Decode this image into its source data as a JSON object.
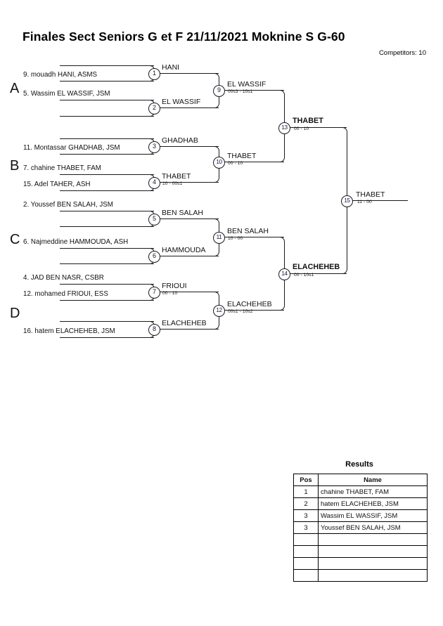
{
  "header": {
    "title": "Finales Sect Seniors G et F  21/11/2021  Moknine   S G-60",
    "competitors": "Competitors: 10"
  },
  "pools": [
    {
      "label": "A"
    },
    {
      "label": "B"
    },
    {
      "label": "C"
    },
    {
      "label": "D"
    }
  ],
  "entrants": [
    {
      "slot": 1,
      "text": "9. mouadh HANI, ASMS"
    },
    {
      "slot": 2,
      "text": "5. Wassim EL WASSIF, JSM"
    },
    {
      "slot": 3,
      "text": "11. Montassar GHADHAB, JSM"
    },
    {
      "slot": 4,
      "text": "7. chahine THABET, FAM"
    },
    {
      "slot": 5,
      "text": "15. Adel TAHER, ASH"
    },
    {
      "slot": 6,
      "text": "2. Youssef BEN SALAH, JSM"
    },
    {
      "slot": 7,
      "text": "6. Najmeddine HAMMOUDA, ASH"
    },
    {
      "slot": 8,
      "text": "4. JAD BEN NASR, CSBR"
    },
    {
      "slot": 9,
      "text": "12. mohamed FRIOUI, ESS"
    },
    {
      "slot": 10,
      "text": "16. hatem ELACHEHEB, JSM"
    }
  ],
  "matches": [
    {
      "num": "1",
      "winner": "HANI",
      "score": "",
      "bold": false
    },
    {
      "num": "2",
      "winner": "EL WASSIF",
      "score": "",
      "bold": false
    },
    {
      "num": "3",
      "winner": "GHADHAB",
      "score": "",
      "bold": false
    },
    {
      "num": "4",
      "winner": "THABET",
      "score": "10 - 00s1",
      "bold": false
    },
    {
      "num": "5",
      "winner": "BEN SALAH",
      "score": "",
      "bold": false
    },
    {
      "num": "6",
      "winner": "HAMMOUDA",
      "score": "",
      "bold": false
    },
    {
      "num": "7",
      "winner": "FRIOUI",
      "score": "00 - 10",
      "bold": false
    },
    {
      "num": "8",
      "winner": "ELACHEHEB",
      "score": "",
      "bold": false
    },
    {
      "num": "9",
      "winner": "EL WASSIF",
      "score": "00s3 - 10s1",
      "bold": false
    },
    {
      "num": "10",
      "winner": "THABET",
      "score": "00 - 10",
      "bold": false
    },
    {
      "num": "11",
      "winner": "BEN SALAH",
      "score": "10 - 00",
      "bold": false
    },
    {
      "num": "12",
      "winner": "ELACHEHEB",
      "score": "00s1 - 10s2",
      "bold": false
    },
    {
      "num": "13",
      "winner": "THABET",
      "score": "00 - 10",
      "bold": true
    },
    {
      "num": "14",
      "winner": "ELACHEHEB",
      "score": "00 - 10s1",
      "bold": true
    },
    {
      "num": "15",
      "winner": "THABET",
      "score": "11 - 00",
      "bold": false
    }
  ],
  "results": {
    "title": "Results",
    "columns": [
      "Pos",
      "Name"
    ],
    "rows": [
      {
        "pos": "1",
        "name": "chahine THABET, FAM"
      },
      {
        "pos": "2",
        "name": "hatem ELACHEHEB, JSM"
      },
      {
        "pos": "3",
        "name": "Wassim EL WASSIF, JSM"
      },
      {
        "pos": "3",
        "name": "Youssef BEN SALAH, JSM"
      },
      {
        "pos": "",
        "name": ""
      },
      {
        "pos": "",
        "name": ""
      },
      {
        "pos": "",
        "name": ""
      },
      {
        "pos": "",
        "name": ""
      }
    ]
  }
}
